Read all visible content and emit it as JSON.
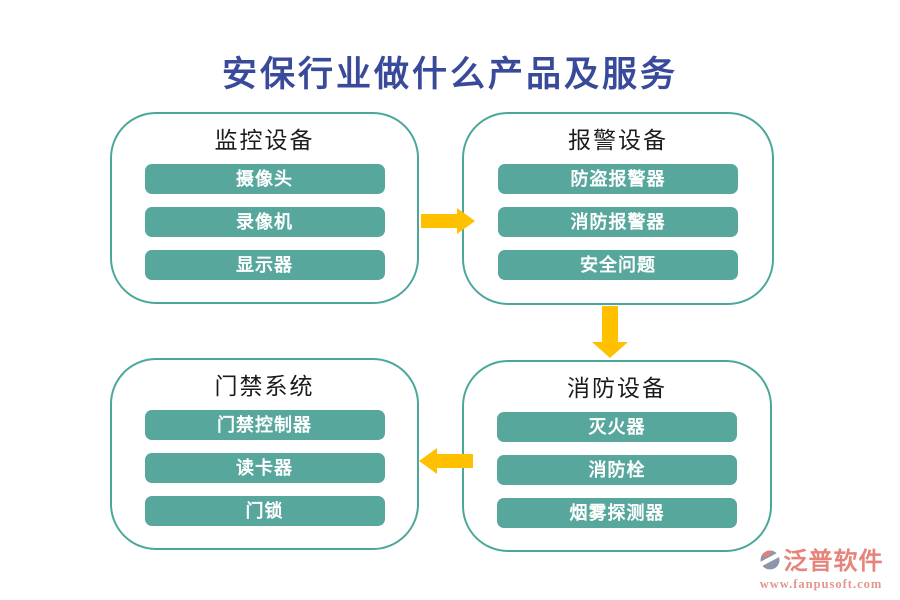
{
  "title": "安保行业做什么产品及服务",
  "groups": [
    {
      "heading": "监控设备",
      "items": [
        "摄像头",
        "录像机",
        "显示器"
      ]
    },
    {
      "heading": "报警设备",
      "items": [
        "防盗报警器",
        "消防报警器",
        "安全问题"
      ]
    },
    {
      "heading": "门禁系统",
      "items": [
        "门禁控制器",
        "读卡器",
        "门锁"
      ]
    },
    {
      "heading": "消防设备",
      "items": [
        "灭火器",
        "消防栓",
        "烟雾探测器"
      ]
    }
  ],
  "arrows": [
    {
      "name": "monitoring-to-alarm",
      "direction": "right"
    },
    {
      "name": "alarm-to-fire",
      "direction": "down"
    },
    {
      "name": "fire-to-access",
      "direction": "left"
    }
  ],
  "watermark": {
    "brand": "泛普软件",
    "url": "www.fanpusoft.com"
  },
  "colors": {
    "title_text": "#3A4A9A",
    "box_border": "#4BA79B",
    "pill_fill": "#57A79D",
    "pill_text": "#FFFFFF",
    "heading_text": "#1C1C1C",
    "arrow": "#FFC000",
    "watermark_text": "#E6847C",
    "watermark_icon_gray": "#8D96A8"
  }
}
